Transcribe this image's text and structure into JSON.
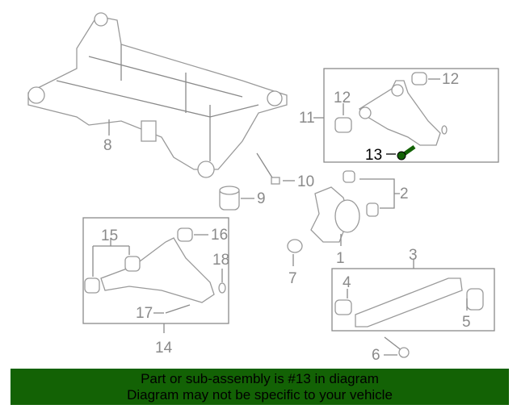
{
  "diagram": {
    "callouts": {
      "c1": "1",
      "c2": "2",
      "c3": "3",
      "c4": "4",
      "c5": "5",
      "c6": "6",
      "c7": "7",
      "c8": "8",
      "c9": "9",
      "c10": "10",
      "c11": "11",
      "c12a": "12",
      "c12b": "12",
      "c13": "13",
      "c14": "14",
      "c15": "15",
      "c16": "16",
      "c17": "17",
      "c18": "18"
    },
    "highlight_color": "#136205"
  },
  "banner": {
    "line1": "Part or sub-assembly is #13 in diagram",
    "line2": "Diagram may not be specific to your vehicle"
  }
}
